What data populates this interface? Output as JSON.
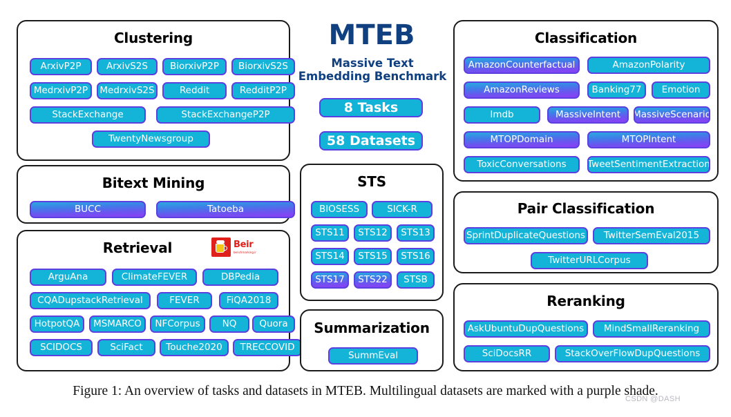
{
  "figure": {
    "caption": "Figure 1: An overview of tasks and datasets in MTEB. Multilingual datasets are marked with a purple shade.",
    "watermark": "CSDN @DASH"
  },
  "brand": {
    "title": "MTEB",
    "subtitle_line1": "Massive Text",
    "subtitle_line2": "Embedding Benchmark",
    "title_color": "#10407f",
    "stats": [
      {
        "label": "8 Tasks"
      },
      {
        "label": "58 Datasets"
      }
    ]
  },
  "legend": {
    "monolingual_color": "#14b4d8",
    "multilingual_gradient_from": "#2aa9e0",
    "multilingual_gradient_to": "#8a3ff5",
    "border_color": "#5b3fe0"
  },
  "beir_logo": {
    "word": "Beir",
    "tagline": "benchmarking ir"
  },
  "tasks": [
    {
      "name": "clustering",
      "title": "Clustering",
      "datasets": [
        {
          "label": "ArxivP2P",
          "multilingual": false
        },
        {
          "label": "ArxivS2S",
          "multilingual": false
        },
        {
          "label": "BiorxivP2P",
          "multilingual": false
        },
        {
          "label": "BiorxivS2S",
          "multilingual": false
        },
        {
          "label": "MedrxivP2P",
          "multilingual": false
        },
        {
          "label": "MedrxivS2S",
          "multilingual": false
        },
        {
          "label": "Reddit",
          "multilingual": false
        },
        {
          "label": "RedditP2P",
          "multilingual": false
        },
        {
          "label": "StackExchange",
          "multilingual": false
        },
        {
          "label": "StackExchangeP2P",
          "multilingual": false
        },
        {
          "label": "TwentyNewsgroup",
          "multilingual": false
        }
      ]
    },
    {
      "name": "bitext-mining",
      "title": "Bitext Mining",
      "datasets": [
        {
          "label": "BUCC",
          "multilingual": true
        },
        {
          "label": "Tatoeba",
          "multilingual": true
        }
      ]
    },
    {
      "name": "retrieval",
      "title": "Retrieval",
      "datasets": [
        {
          "label": "ArguAna",
          "multilingual": false
        },
        {
          "label": "ClimateFEVER",
          "multilingual": false
        },
        {
          "label": "DBPedia",
          "multilingual": false
        },
        {
          "label": "CQADupstackRetrieval",
          "multilingual": false
        },
        {
          "label": "FEVER",
          "multilingual": false
        },
        {
          "label": "FiQA2018",
          "multilingual": false
        },
        {
          "label": "HotpotQA",
          "multilingual": false
        },
        {
          "label": "MSMARCO",
          "multilingual": false
        },
        {
          "label": "NFCorpus",
          "multilingual": false
        },
        {
          "label": "NQ",
          "multilingual": false
        },
        {
          "label": "Quora",
          "multilingual": false
        },
        {
          "label": "SCIDOCS",
          "multilingual": false
        },
        {
          "label": "SciFact",
          "multilingual": false
        },
        {
          "label": "Touche2020",
          "multilingual": false
        },
        {
          "label": "TRECCOVID",
          "multilingual": false
        }
      ]
    },
    {
      "name": "sts",
      "title": "STS",
      "datasets": [
        {
          "label": "BIOSESS",
          "multilingual": false
        },
        {
          "label": "SICK-R",
          "multilingual": false
        },
        {
          "label": "STS11",
          "multilingual": false
        },
        {
          "label": "STS12",
          "multilingual": false
        },
        {
          "label": "STS13",
          "multilingual": false
        },
        {
          "label": "STS14",
          "multilingual": false
        },
        {
          "label": "STS15",
          "multilingual": false
        },
        {
          "label": "STS16",
          "multilingual": false
        },
        {
          "label": "STS17",
          "multilingual": true
        },
        {
          "label": "STS22",
          "multilingual": true
        },
        {
          "label": "STSB",
          "multilingual": false
        }
      ]
    },
    {
      "name": "summarization",
      "title": "Summarization",
      "datasets": [
        {
          "label": "SummEval",
          "multilingual": false
        }
      ]
    },
    {
      "name": "classification",
      "title": "Classification",
      "datasets": [
        {
          "label": "AmazonCounterfactual",
          "multilingual": true
        },
        {
          "label": "AmazonPolarity",
          "multilingual": false
        },
        {
          "label": "AmazonReviews",
          "multilingual": true
        },
        {
          "label": "Banking77",
          "multilingual": false
        },
        {
          "label": "Emotion",
          "multilingual": false
        },
        {
          "label": "Imdb",
          "multilingual": false
        },
        {
          "label": "MassiveIntent",
          "multilingual": true
        },
        {
          "label": "MassiveScenario",
          "multilingual": true
        },
        {
          "label": "MTOPDomain",
          "multilingual": true
        },
        {
          "label": "MTOPIntent",
          "multilingual": true
        },
        {
          "label": "ToxicConversations",
          "multilingual": false
        },
        {
          "label": "TweetSentimentExtraction",
          "multilingual": false
        }
      ]
    },
    {
      "name": "pair-classification",
      "title": "Pair Classification",
      "datasets": [
        {
          "label": "SprintDuplicateQuestions",
          "multilingual": false
        },
        {
          "label": "TwitterSemEval2015",
          "multilingual": false
        },
        {
          "label": "TwitterURLCorpus",
          "multilingual": false
        }
      ]
    },
    {
      "name": "reranking",
      "title": "Reranking",
      "datasets": [
        {
          "label": "AskUbuntuDupQuestions",
          "multilingual": false
        },
        {
          "label": "MindSmallReranking",
          "multilingual": false
        },
        {
          "label": "SciDocsRR",
          "multilingual": false
        },
        {
          "label": "StackOverFlowDupQuestions",
          "multilingual": false
        }
      ]
    }
  ]
}
